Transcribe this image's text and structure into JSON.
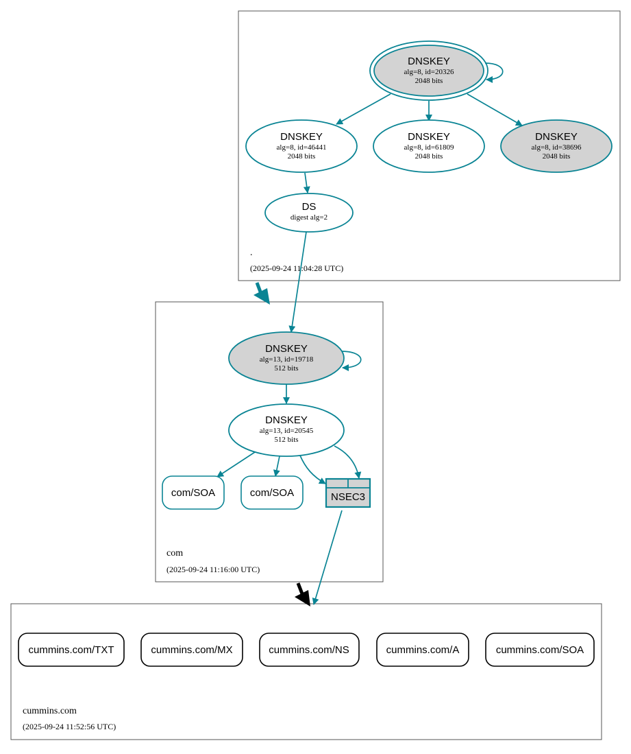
{
  "colors": {
    "edge": "#0a8494",
    "node_fill_gray": "#d3d3d3",
    "node_fill_white": "#ffffff",
    "delegation_root_to_com": "#0a8494",
    "delegation_com_to_cummins": "#000000"
  },
  "zones": {
    "root": {
      "name": ".",
      "time": "(2025-09-24 11:04:28 UTC)"
    },
    "com": {
      "name": "com",
      "time": "(2025-09-24 11:16:00 UTC)"
    },
    "cummins": {
      "name": "cummins.com",
      "time": "(2025-09-24 11:52:56 UTC)"
    }
  },
  "nodes": {
    "root_ksk": {
      "title": "DNSKEY",
      "line1": "alg=8, id=20326",
      "line2": "2048 bits"
    },
    "root_zsk1": {
      "title": "DNSKEY",
      "line1": "alg=8, id=46441",
      "line2": "2048 bits"
    },
    "root_zsk2": {
      "title": "DNSKEY",
      "line1": "alg=8, id=61809",
      "line2": "2048 bits"
    },
    "root_zsk3": {
      "title": "DNSKEY",
      "line1": "alg=8, id=38696",
      "line2": "2048 bits"
    },
    "root_ds": {
      "title": "DS",
      "line1": "digest alg=2"
    },
    "com_ksk": {
      "title": "DNSKEY",
      "line1": "alg=13, id=19718",
      "line2": "512 bits"
    },
    "com_zsk": {
      "title": "DNSKEY",
      "line1": "alg=13, id=20545",
      "line2": "512 bits"
    },
    "com_soa1": {
      "label": "com/SOA"
    },
    "com_soa2": {
      "label": "com/SOA"
    },
    "com_nsec3": {
      "label": "NSEC3"
    },
    "cummins_txt": {
      "label": "cummins.com/TXT"
    },
    "cummins_mx": {
      "label": "cummins.com/MX"
    },
    "cummins_ns": {
      "label": "cummins.com/NS"
    },
    "cummins_a": {
      "label": "cummins.com/A"
    },
    "cummins_soa": {
      "label": "cummins.com/SOA"
    }
  }
}
